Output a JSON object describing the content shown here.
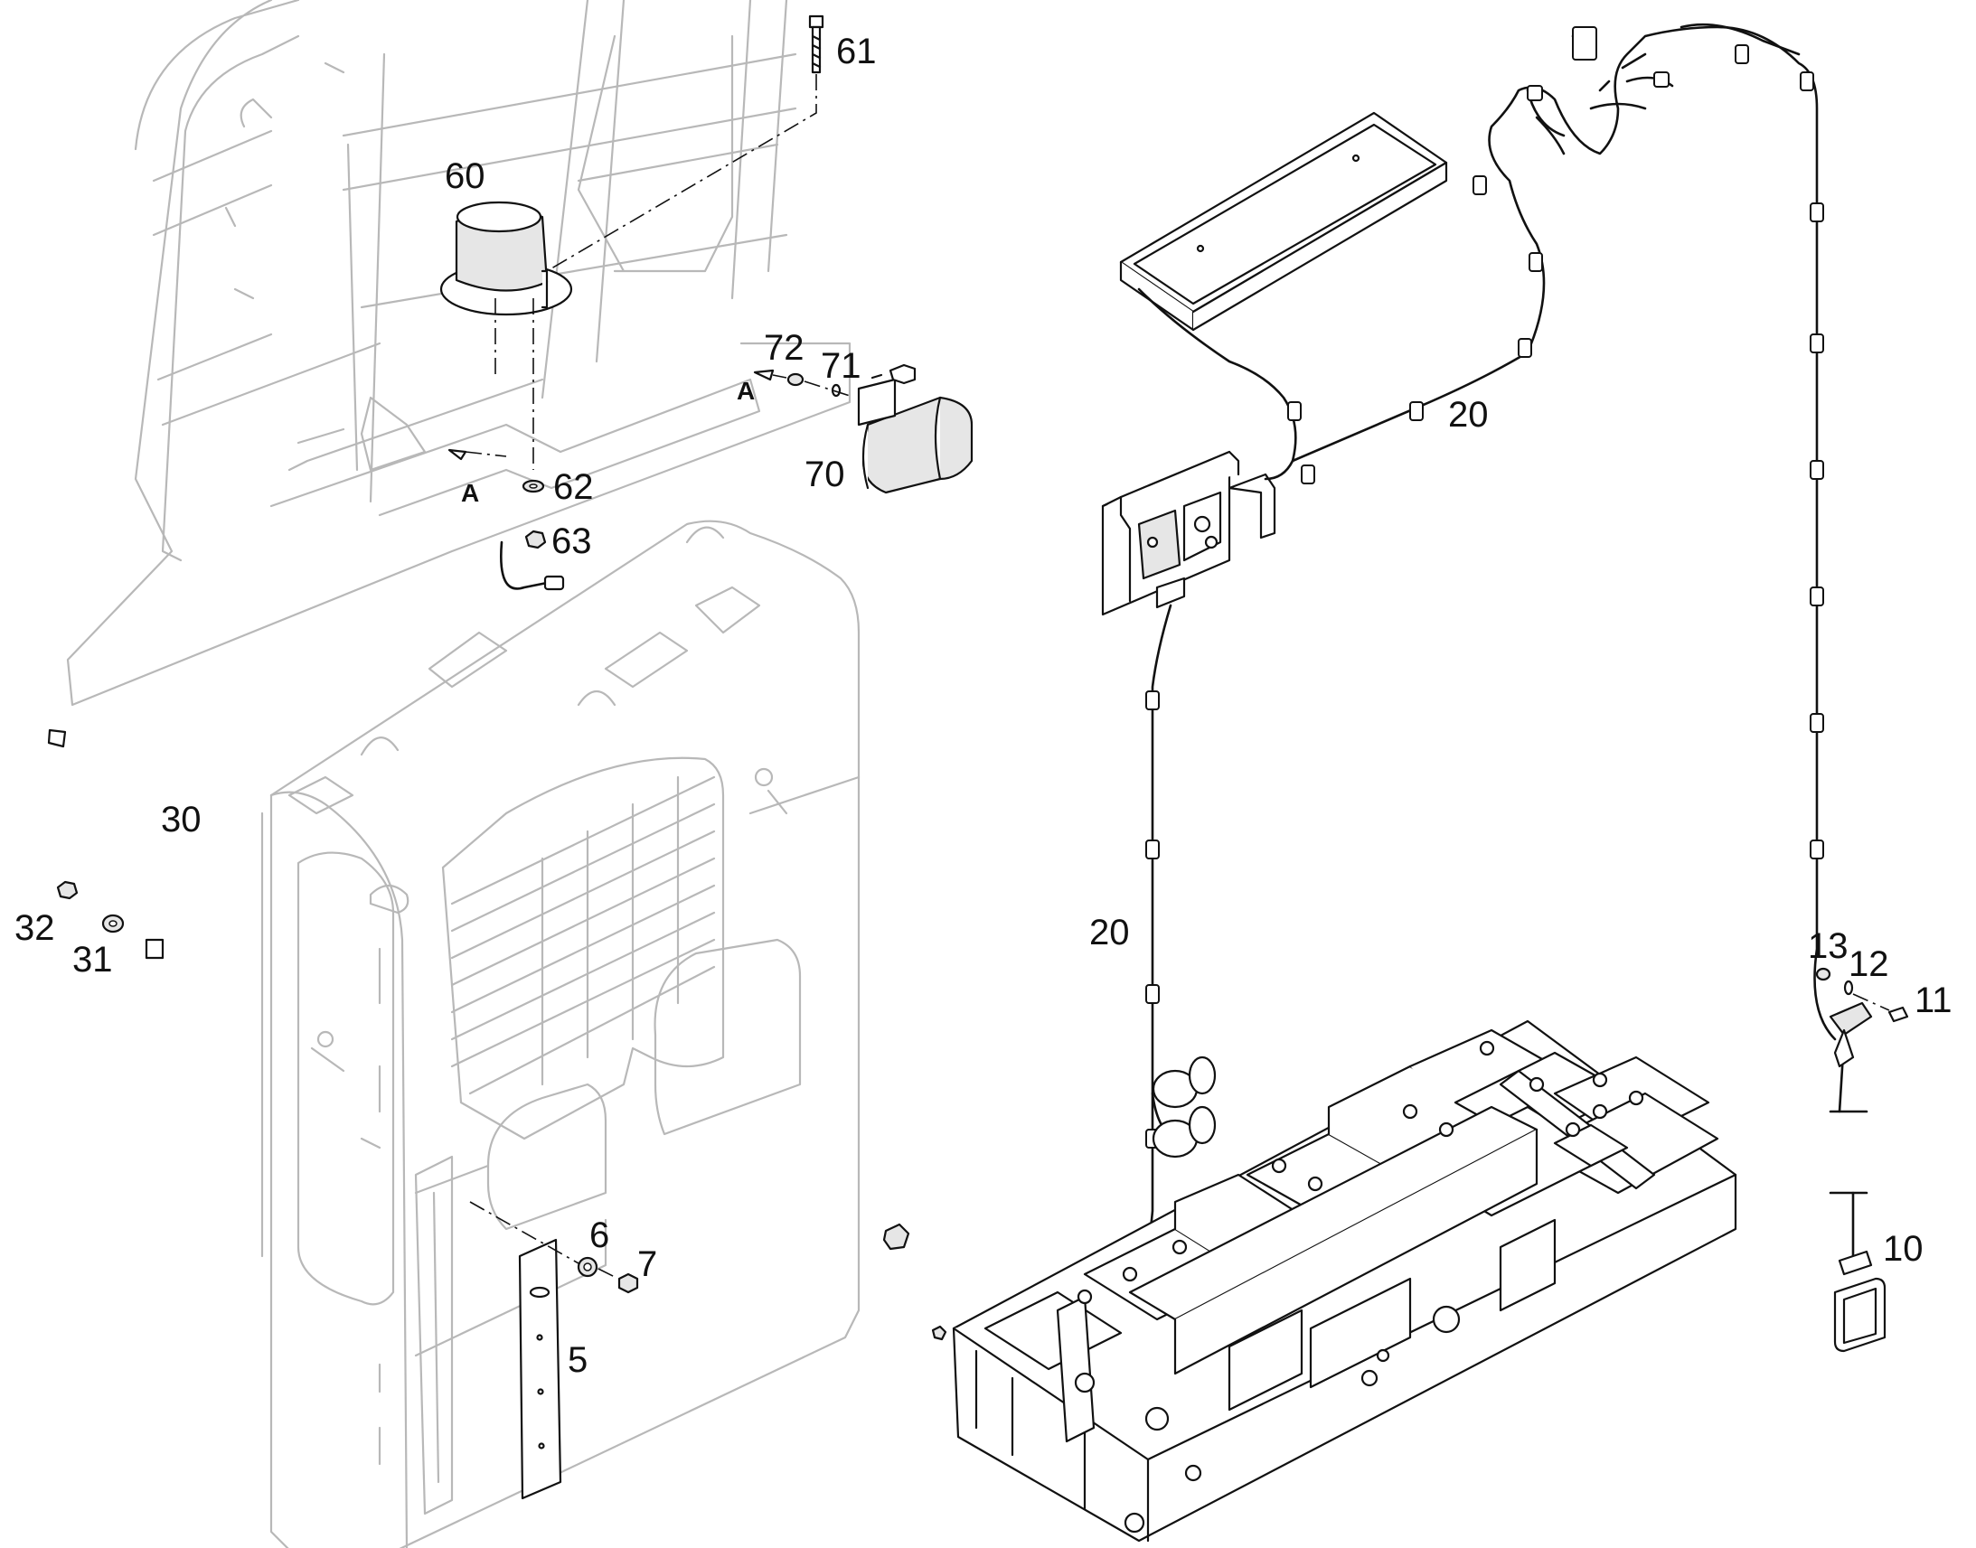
{
  "callouts": {
    "p61": "61",
    "p60": "60",
    "p72": "72",
    "p71": "71",
    "pA1": "A",
    "pA2": "A",
    "p70": "70",
    "p62": "62",
    "p63": "63",
    "p20a": "20",
    "p20b": "20",
    "p30": "30",
    "p32": "32",
    "p31": "31",
    "p6": "6",
    "p7": "7",
    "p5": "5",
    "p13": "13",
    "p12": "12",
    "p11": "11",
    "p10": "10"
  }
}
